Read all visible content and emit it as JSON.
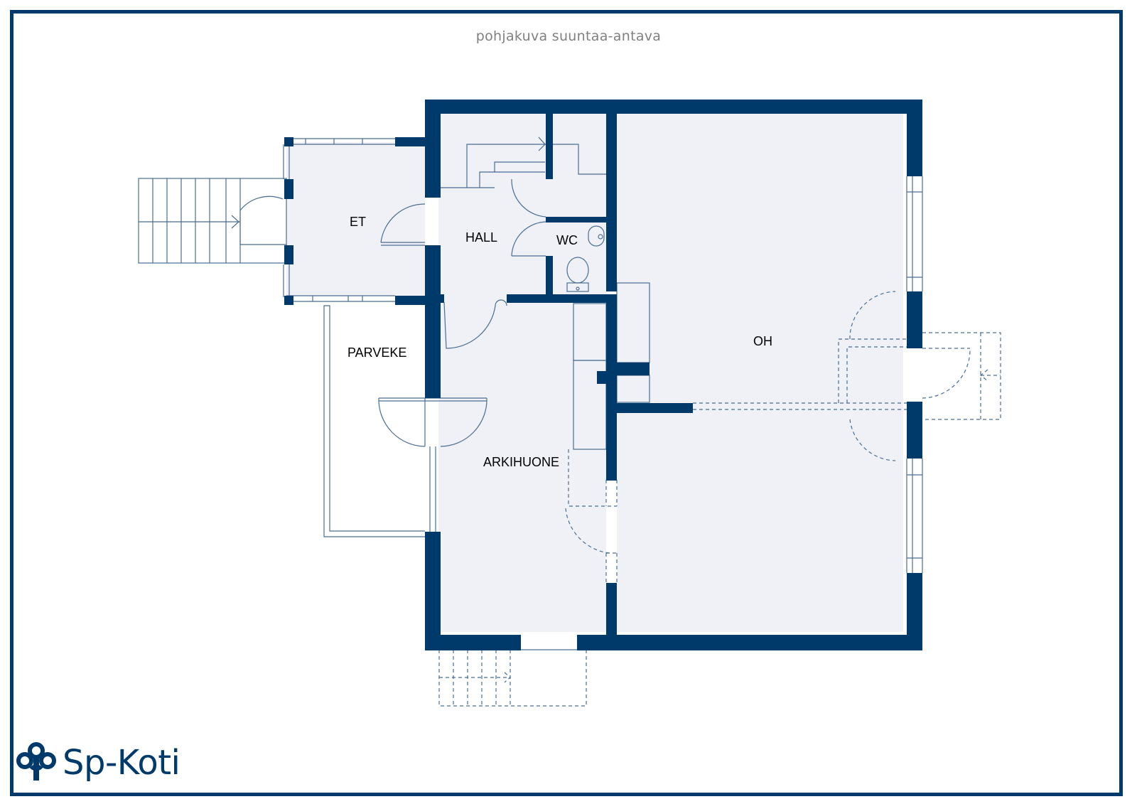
{
  "header": {
    "subtitle": "pohjakuva suuntaa-antava"
  },
  "rooms": {
    "et": "ET",
    "hall": "HALL",
    "wc": "WC",
    "parveke": "PARVEKE",
    "oh": "OH",
    "arkihuone": "ARKIHUONE"
  },
  "brand": {
    "name": "Sp-Koti",
    "logo_icon": "oak-tree-logo-icon"
  },
  "colors": {
    "wall": "#003a6b",
    "floor": "#eff1f7",
    "line": "#4a6e92",
    "frame": "#003a6b"
  }
}
